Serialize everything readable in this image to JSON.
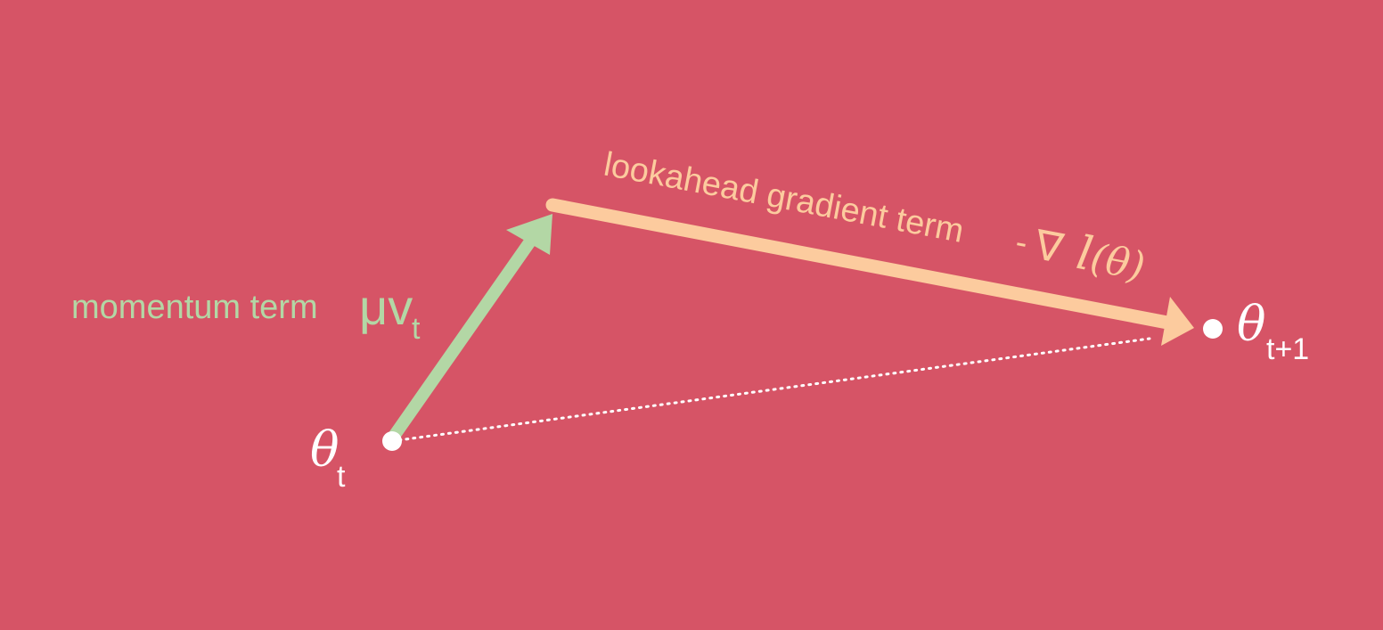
{
  "colors": {
    "background": "#d65466",
    "momentum": "#b3d7a5",
    "gradient": "#fccb9e",
    "point": "#ffffff"
  },
  "labels": {
    "momentum_text": "momentum term",
    "momentum_symbol": "μv",
    "momentum_subscript": "t",
    "gradient_text": "lookahead gradient term",
    "gradient_minus": "-",
    "gradient_nabla": "∇",
    "gradient_loss": "l",
    "gradient_theta": "(θ)",
    "theta_start": "θ",
    "theta_start_subscript": "t",
    "theta_end": "θ",
    "theta_end_subscript": "t+1"
  }
}
